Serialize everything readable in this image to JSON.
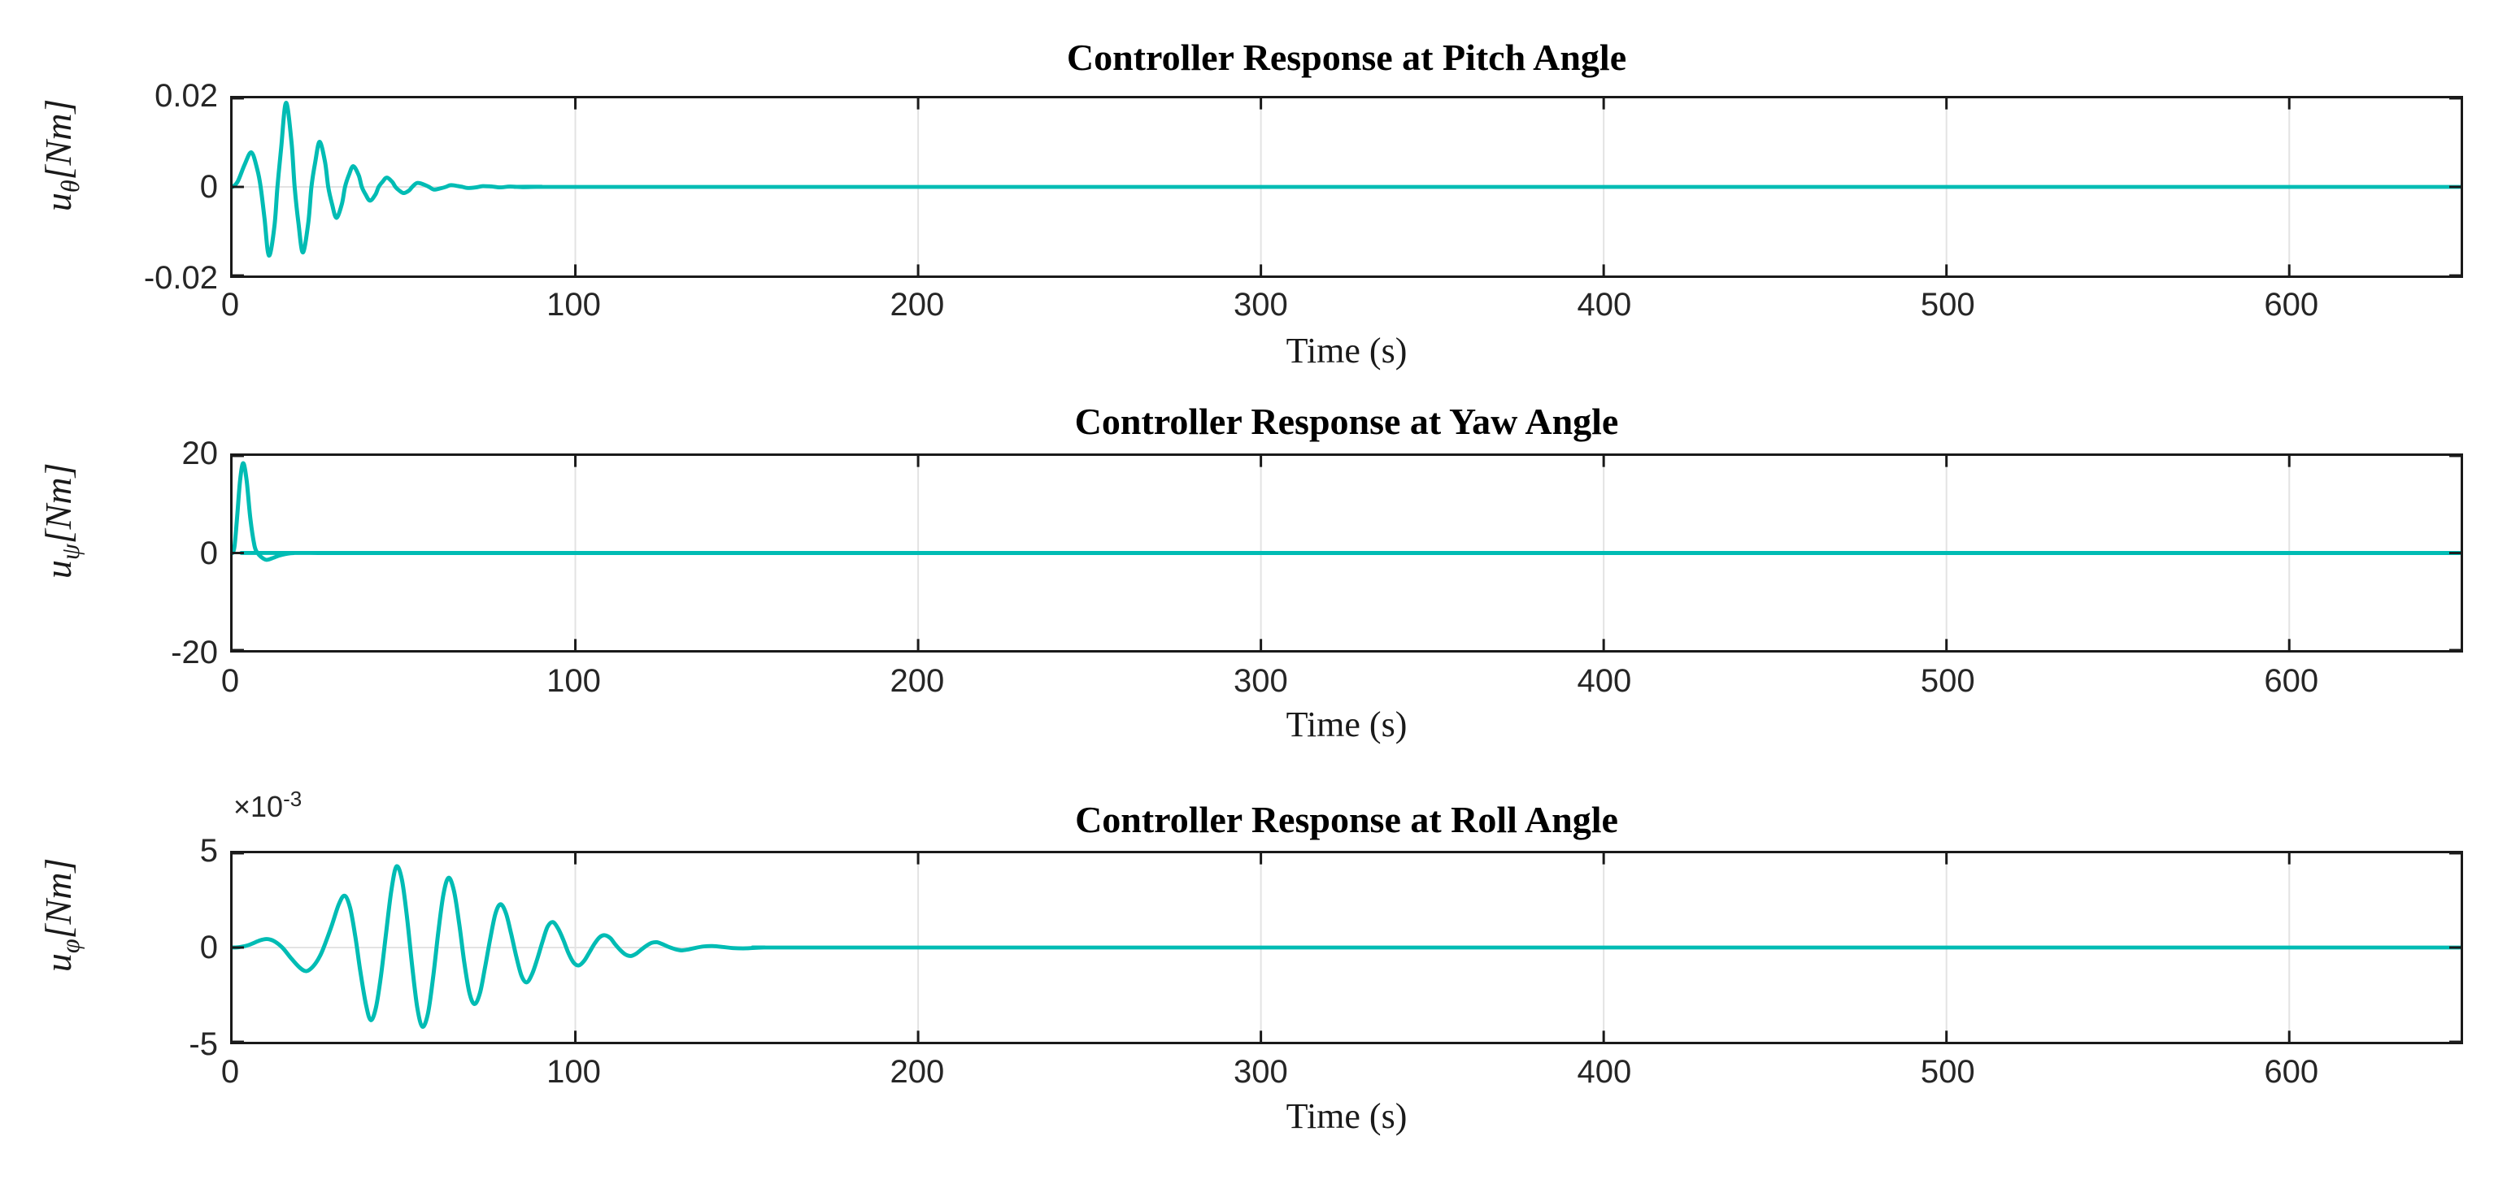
{
  "figure": {
    "background": "#ffffff",
    "line_color": "#00bcb4",
    "axis_color": "#1a1a1a",
    "grid_color": "#e3e3e3",
    "tick_label_color": "#262626",
    "title_color": "#000000"
  },
  "chart_data": [
    {
      "type": "line",
      "title": "Controller Response at Pitch Angle",
      "xlabel": "Time (s)",
      "ylabel": "u_theta [Nm]",
      "ylabel_parts": {
        "base": "u",
        "sub": "θ",
        "unit": "[Nm]"
      },
      "xlim": [
        0,
        650
      ],
      "ylim": [
        -0.02,
        0.02
      ],
      "x_ticks": [
        0,
        100,
        200,
        300,
        400,
        500,
        600
      ],
      "y_tick_labels": [
        "0.02",
        "0",
        "-0.02"
      ],
      "y_tick_values": [
        0.02,
        0,
        -0.02
      ],
      "grid": true,
      "legend": null,
      "line_color": "#00bcb4",
      "points": [
        [
          0,
          0
        ],
        [
          1.5,
          0.0012
        ],
        [
          3.5,
          0.005
        ],
        [
          5.5,
          0.0078
        ],
        [
          7.2,
          0.004
        ],
        [
          8.2,
          0
        ],
        [
          9.3,
          -0.007
        ],
        [
          10.6,
          -0.0155
        ],
        [
          12.2,
          -0.009
        ],
        [
          13.1,
          0
        ],
        [
          14.2,
          0.009
        ],
        [
          15.6,
          0.019
        ],
        [
          17.2,
          0.01
        ],
        [
          18.1,
          0
        ],
        [
          19.2,
          -0.008
        ],
        [
          20.5,
          -0.0148
        ],
        [
          22.1,
          -0.008
        ],
        [
          23,
          0
        ],
        [
          24.1,
          0.0055
        ],
        [
          25.4,
          0.0102
        ],
        [
          27,
          0.0055
        ],
        [
          27.9,
          0
        ],
        [
          29,
          -0.0038
        ],
        [
          30.3,
          -0.007
        ],
        [
          31.9,
          -0.0038
        ],
        [
          32.8,
          0
        ],
        [
          33.9,
          0.0026
        ],
        [
          35.2,
          0.0047
        ],
        [
          36.8,
          0.0026
        ],
        [
          37.7,
          0
        ],
        [
          38.8,
          -0.0017
        ],
        [
          40.1,
          -0.0031
        ],
        [
          41.7,
          -0.0017
        ],
        [
          42.6,
          0
        ],
        [
          43.7,
          0.0011
        ],
        [
          45,
          0.0021
        ],
        [
          46.6,
          0.0011
        ],
        [
          47.5,
          0
        ],
        [
          48.6,
          -0.0008
        ],
        [
          49.9,
          -0.0014
        ],
        [
          51.5,
          -0.0008
        ],
        [
          52.4,
          0
        ],
        [
          53.9,
          0.0009
        ],
        [
          55.9,
          0.0005
        ],
        [
          57.3,
          0
        ],
        [
          58.8,
          -0.0006
        ],
        [
          60.8,
          -0.0003
        ],
        [
          62.2,
          0
        ],
        [
          63.7,
          0.0004
        ],
        [
          65.7,
          0.0002
        ],
        [
          67.1,
          0
        ],
        [
          68.6,
          -0.00025
        ],
        [
          71,
          -0.0001
        ],
        [
          73,
          0.00017
        ],
        [
          75.5,
          0.0001
        ],
        [
          78,
          -0.0001
        ],
        [
          81,
          7e-05
        ],
        [
          85,
          -5e-05
        ],
        [
          90,
          3e-05
        ],
        [
          100,
          0
        ],
        [
          300,
          0
        ],
        [
          650,
          0
        ]
      ]
    },
    {
      "type": "line",
      "title": "Controller Response at Yaw Angle",
      "xlabel": "Time (s)",
      "ylabel": "u_psi [Nm]",
      "ylabel_parts": {
        "base": "u",
        "sub": "ψ",
        "unit": "[Nm]"
      },
      "xlim": [
        0,
        650
      ],
      "ylim": [
        -20,
        20
      ],
      "x_ticks": [
        0,
        100,
        200,
        300,
        400,
        500,
        600
      ],
      "y_tick_labels": [
        "20",
        "0",
        "-20"
      ],
      "y_tick_values": [
        20,
        0,
        -20
      ],
      "grid": true,
      "legend": null,
      "line_color": "#00bcb4",
      "points": [
        [
          0,
          0
        ],
        [
          0.6,
          1.5
        ],
        [
          1.4,
          8
        ],
        [
          2.2,
          15
        ],
        [
          3.1,
          18.5
        ],
        [
          4.1,
          15
        ],
        [
          5.2,
          7
        ],
        [
          6.4,
          1.5
        ],
        [
          7.3,
          0
        ],
        [
          8.3,
          -0.8
        ],
        [
          9.8,
          -1.4
        ],
        [
          11.5,
          -1.1
        ],
        [
          13.5,
          -0.55
        ],
        [
          15.5,
          -0.2
        ],
        [
          18,
          0
        ],
        [
          25,
          0
        ],
        [
          300,
          0
        ],
        [
          650,
          0
        ]
      ]
    },
    {
      "type": "line",
      "title": "Controller Response at Roll Angle",
      "xlabel": "Time (s)",
      "ylabel": "u_phi [Nm]",
      "ylabel_parts": {
        "base": "u",
        "sub": "φ",
        "unit": "[Nm]"
      },
      "xlim": [
        0,
        650
      ],
      "ylim": [
        -5,
        5
      ],
      "y_scale_mantissa": "×10",
      "y_scale_exp": "-3",
      "y_unit_scale": "1e-3",
      "x_ticks": [
        0,
        100,
        200,
        300,
        400,
        500,
        600
      ],
      "y_tick_labels": [
        "5",
        "0",
        "-5"
      ],
      "y_tick_values": [
        5,
        0,
        -5
      ],
      "grid": true,
      "legend": null,
      "line_color": "#00bcb4",
      "points": [
        [
          0,
          0
        ],
        [
          2,
          0.02
        ],
        [
          5,
          0.15
        ],
        [
          8,
          0.38
        ],
        [
          10,
          0.45
        ],
        [
          12,
          0.35
        ],
        [
          14.5,
          0
        ],
        [
          17,
          -0.55
        ],
        [
          19.5,
          -1.05
        ],
        [
          21.5,
          -1.25
        ],
        [
          23.5,
          -1.0
        ],
        [
          25.5,
          -0.45
        ],
        [
          27,
          0.2
        ],
        [
          29,
          1.2
        ],
        [
          31,
          2.3
        ],
        [
          32.7,
          2.75
        ],
        [
          34.3,
          2.1
        ],
        [
          35.8,
          0.6
        ],
        [
          37.3,
          -1.3
        ],
        [
          38.9,
          -3.0
        ],
        [
          40.3,
          -3.85
        ],
        [
          41.8,
          -3.2
        ],
        [
          43.3,
          -1.5
        ],
        [
          44.8,
          0.8
        ],
        [
          46.3,
          3.0
        ],
        [
          47.8,
          4.3
        ],
        [
          49.4,
          3.6
        ],
        [
          50.9,
          1.6
        ],
        [
          52.4,
          -1.0
        ],
        [
          53.9,
          -3.2
        ],
        [
          55.4,
          -4.2
        ],
        [
          57,
          -3.5
        ],
        [
          58.5,
          -1.6
        ],
        [
          60,
          0.8
        ],
        [
          61.5,
          2.8
        ],
        [
          63,
          3.7
        ],
        [
          64.6,
          3.0
        ],
        [
          66.1,
          1.3
        ],
        [
          67.6,
          -0.8
        ],
        [
          69.1,
          -2.4
        ],
        [
          70.6,
          -3.0
        ],
        [
          72.2,
          -2.4
        ],
        [
          73.7,
          -1.0
        ],
        [
          75.2,
          0.5
        ],
        [
          76.7,
          1.8
        ],
        [
          78.2,
          2.3
        ],
        [
          79.8,
          1.8
        ],
        [
          81.3,
          0.7
        ],
        [
          82.8,
          -0.5
        ],
        [
          84.3,
          -1.5
        ],
        [
          85.8,
          -1.85
        ],
        [
          87.4,
          -1.4
        ],
        [
          88.9,
          -0.6
        ],
        [
          90.4,
          0.3
        ],
        [
          91.9,
          1.1
        ],
        [
          93.4,
          1.35
        ],
        [
          95,
          1.0
        ],
        [
          96.5,
          0.4
        ],
        [
          98,
          -0.3
        ],
        [
          99.5,
          -0.8
        ],
        [
          101,
          -0.95
        ],
        [
          102.6,
          -0.7
        ],
        [
          104.1,
          -0.25
        ],
        [
          105.6,
          0.2
        ],
        [
          107.1,
          0.55
        ],
        [
          108.6,
          0.65
        ],
        [
          110.2,
          0.5
        ],
        [
          111.7,
          0.15
        ],
        [
          113.2,
          -0.15
        ],
        [
          114.7,
          -0.38
        ],
        [
          116.2,
          -0.45
        ],
        [
          117.8,
          -0.32
        ],
        [
          119.3,
          -0.1
        ],
        [
          120.8,
          0.1
        ],
        [
          122.3,
          0.25
        ],
        [
          123.8,
          0.28
        ],
        [
          125.4,
          0.18
        ],
        [
          127,
          0.05
        ],
        [
          129,
          -0.08
        ],
        [
          131,
          -0.15
        ],
        [
          133,
          -0.1
        ],
        [
          135,
          -0.02
        ],
        [
          137.5,
          0.06
        ],
        [
          140,
          0.08
        ],
        [
          143,
          0.03
        ],
        [
          146,
          -0.03
        ],
        [
          150,
          -0.04
        ],
        [
          155,
          0
        ],
        [
          165,
          0
        ],
        [
          300,
          0
        ],
        [
          650,
          0
        ]
      ]
    }
  ]
}
